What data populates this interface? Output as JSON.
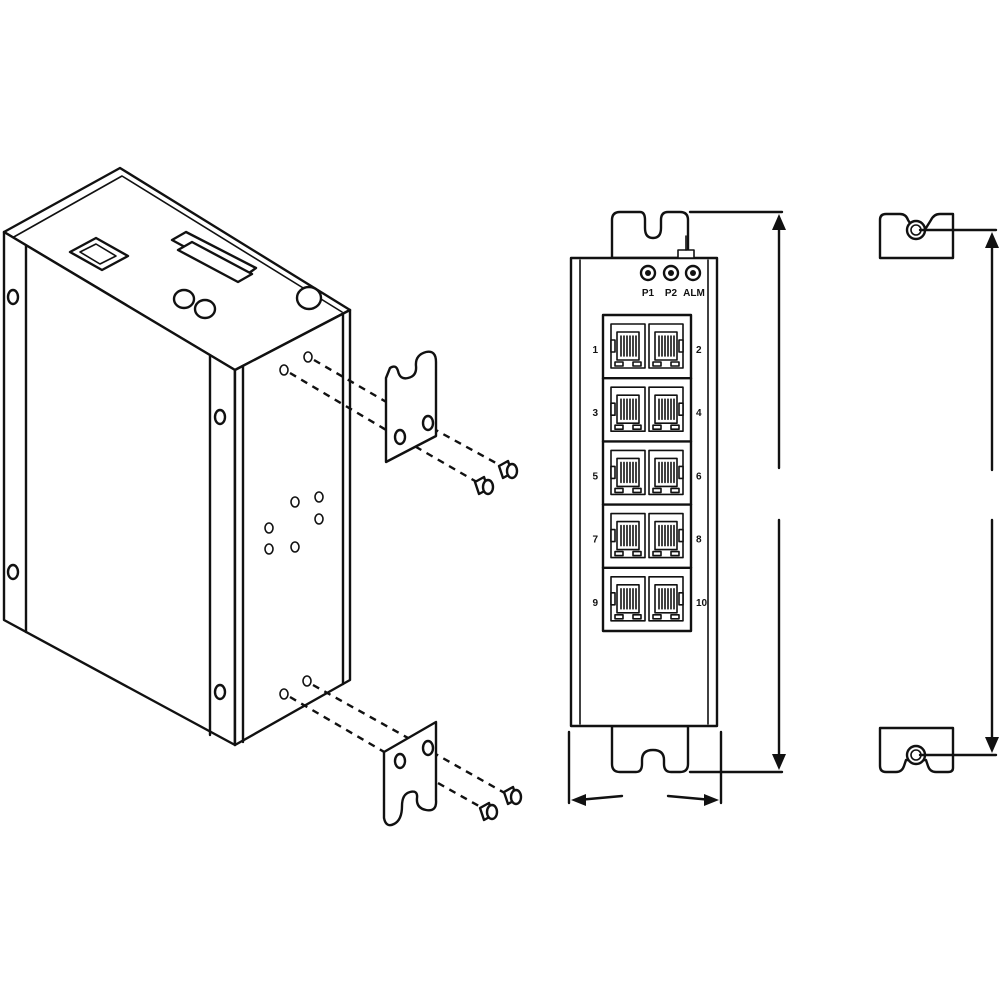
{
  "front_panel": {
    "led_labels": [
      "P1",
      "P2",
      "ALM"
    ],
    "ports": [
      {
        "left": "1",
        "right": "2"
      },
      {
        "left": "3",
        "right": "4"
      },
      {
        "left": "5",
        "right": "6"
      },
      {
        "left": "7",
        "right": "8"
      },
      {
        "left": "9",
        "right": "10"
      }
    ]
  },
  "colors": {
    "line": "#111111",
    "background": "#ffffff"
  }
}
